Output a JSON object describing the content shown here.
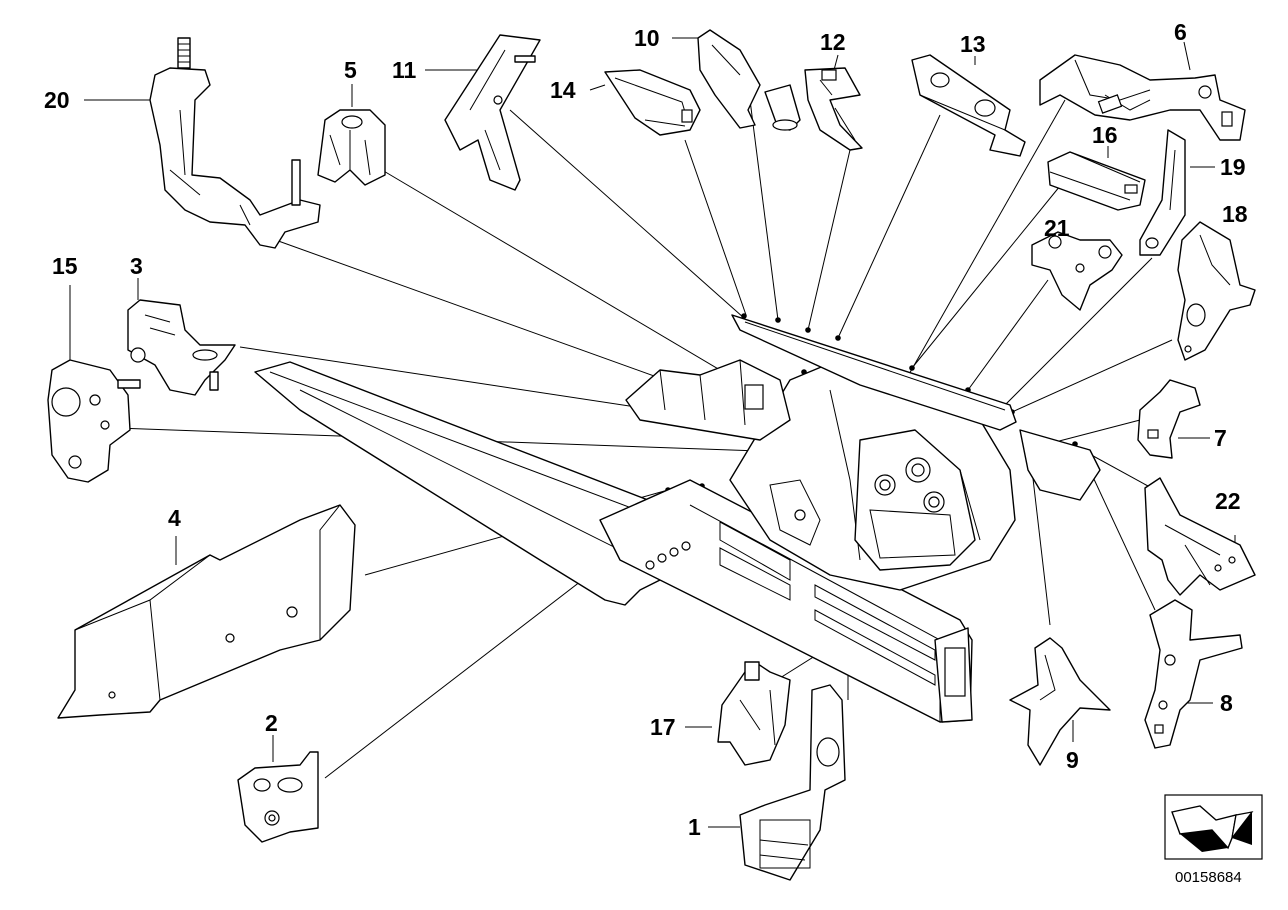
{
  "callouts": {
    "c1": "1",
    "c2": "2",
    "c3": "3",
    "c4": "4",
    "c5": "5",
    "c6": "6",
    "c7": "7",
    "c8": "8",
    "c9": "9",
    "c10": "10",
    "c11": "11",
    "c12": "12",
    "c13": "13",
    "c14": "14",
    "c15": "15",
    "c16": "16",
    "c17": "17",
    "c18": "18",
    "c19": "19",
    "c20": "20",
    "c21": "21",
    "c22": "22"
  },
  "document_number": "00158684",
  "icons": {
    "view_direction": "arrow-view-icon"
  }
}
